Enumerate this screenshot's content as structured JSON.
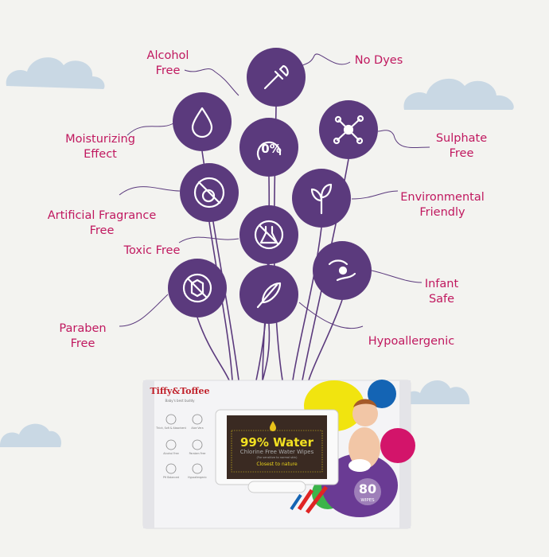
{
  "features": {
    "alcohol_free": [
      "Alcohol",
      "Free"
    ],
    "no_dyes": "No Dyes",
    "moisturizing": [
      "Moisturizing",
      "Effect"
    ],
    "sulphate_free": [
      "Sulphate",
      "Free"
    ],
    "fragrance_free": [
      "Artificial Fragrance",
      "Free"
    ],
    "environmental": [
      "Environmental",
      "Friendly"
    ],
    "toxic_free": "Toxic Free",
    "infant_safe": [
      "Infant",
      "Safe"
    ],
    "paraben_free": [
      "Paraben",
      "Free"
    ],
    "hypoallergenic": "Hypoallergenic",
    "zero_percent": "0%"
  },
  "package": {
    "brand": "Tiffy&Toffee",
    "tagline": "Baby's best buddy",
    "headline": "99% Water",
    "subtitle": "Chlorine Free Water Wipes",
    "note": "(For sensitive to normal skin)",
    "slogan": "Closest to nature",
    "count": "80",
    "count_unit": "WIPES",
    "icon_labels": [
      "Thick, Soft & Absorbent",
      "Aloe Vera",
      "Alcohol Free",
      "Paraben Free",
      "PH Balanced",
      "Hypoallergenic"
    ]
  },
  "colors": {
    "balloon": "#5b3a7d",
    "label": "#c0185f",
    "cloud": "#c9d8e4",
    "panel": "#3a2a22",
    "headline": "#f2e021"
  }
}
